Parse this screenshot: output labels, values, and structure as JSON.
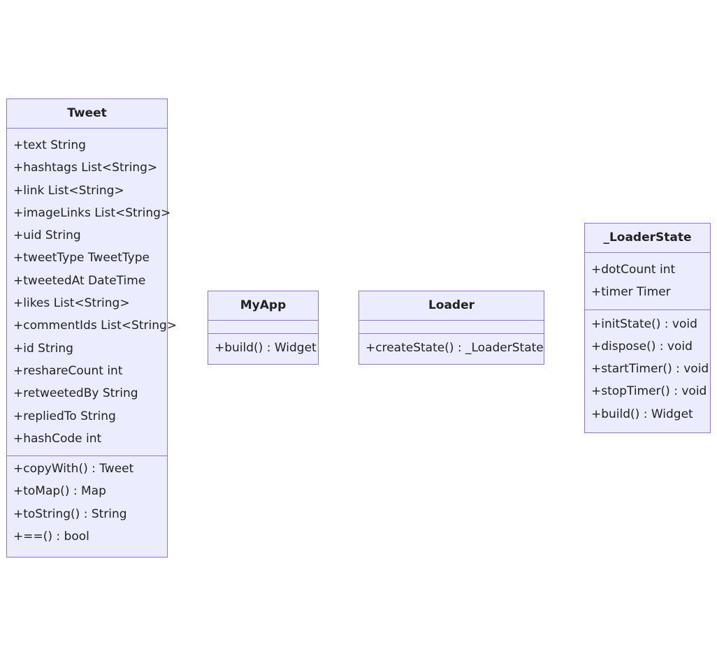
{
  "diagram": {
    "type": "uml-class",
    "classes": [
      {
        "name": "Tweet",
        "attributes": [
          "+text String",
          "+hashtags List<String>",
          "+link List<String>",
          "+imageLinks List<String>",
          "+uid String",
          "+tweetType TweetType",
          "+tweetedAt DateTime",
          "+likes List<String>",
          "+commentIds List<String>",
          "+id String",
          "+reshareCount int",
          "+retweetedBy String",
          "+repliedTo String",
          "+hashCode int"
        ],
        "methods": [
          "+copyWith() : Tweet",
          "+toMap() : Map",
          "+toString() : String",
          "+==() : bool"
        ]
      },
      {
        "name": "MyApp",
        "attributes": [],
        "methods": [
          "+build() : Widget"
        ]
      },
      {
        "name": "Loader",
        "attributes": [],
        "methods": [
          "+createState() : _LoaderState"
        ]
      },
      {
        "name": "_LoaderState",
        "attributes": [
          "+dotCount int",
          "+timer Timer"
        ],
        "methods": [
          "+initState() : void",
          "+dispose() : void",
          "+startTimer() : void",
          "+stopTimer() : void",
          "+build() : Widget"
        ]
      }
    ]
  },
  "colors": {
    "fill": "#ECECFF",
    "border": "#9370DB",
    "text": "#222222"
  }
}
